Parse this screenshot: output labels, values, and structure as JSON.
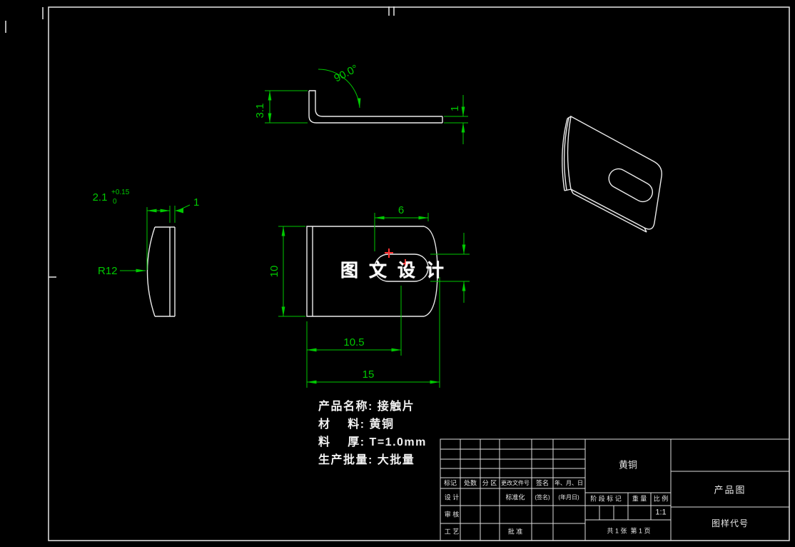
{
  "watermark": {
    "text": "图 文 设 计"
  },
  "dims": {
    "angle": "90.0°",
    "bend_height": "3.1",
    "thickness_top_view": "1",
    "camber": "2.1",
    "camber_tol_upper": "+0.15",
    "camber_tol_lower": "0",
    "thickness_side_view": "1",
    "radius": "R12",
    "slot_length": "6",
    "blank_width": "10",
    "slot_position": "10.5",
    "blank_length": "15"
  },
  "product": {
    "lines": [
      "产品名称: 接触片",
      "材    料: 黄铜",
      "料    厚: T=1.0mm",
      "生产批量: 大批量"
    ]
  },
  "title_block": {
    "cols": [
      "标记",
      "处数",
      "分 区",
      "更改文件号",
      "签名",
      "年、月、日"
    ],
    "design": "设 计",
    "standardize": "标准化",
    "sign": "(签名)",
    "date": "(年月日)",
    "audit": "审 核",
    "craft": "工 艺",
    "approve": "批 准",
    "stage": "阶 段 标 记",
    "weight": "重 量",
    "scale": "比 例",
    "scale_value": "1:1",
    "material": "黄铜",
    "sheet": "共 1 张  第 1 页",
    "doc_name": "产品图",
    "code": "图样代号"
  },
  "colors": {
    "background": "#000000",
    "geometry": "#ececec",
    "dimension": "#00c800",
    "red_mark": "#ff3232"
  }
}
